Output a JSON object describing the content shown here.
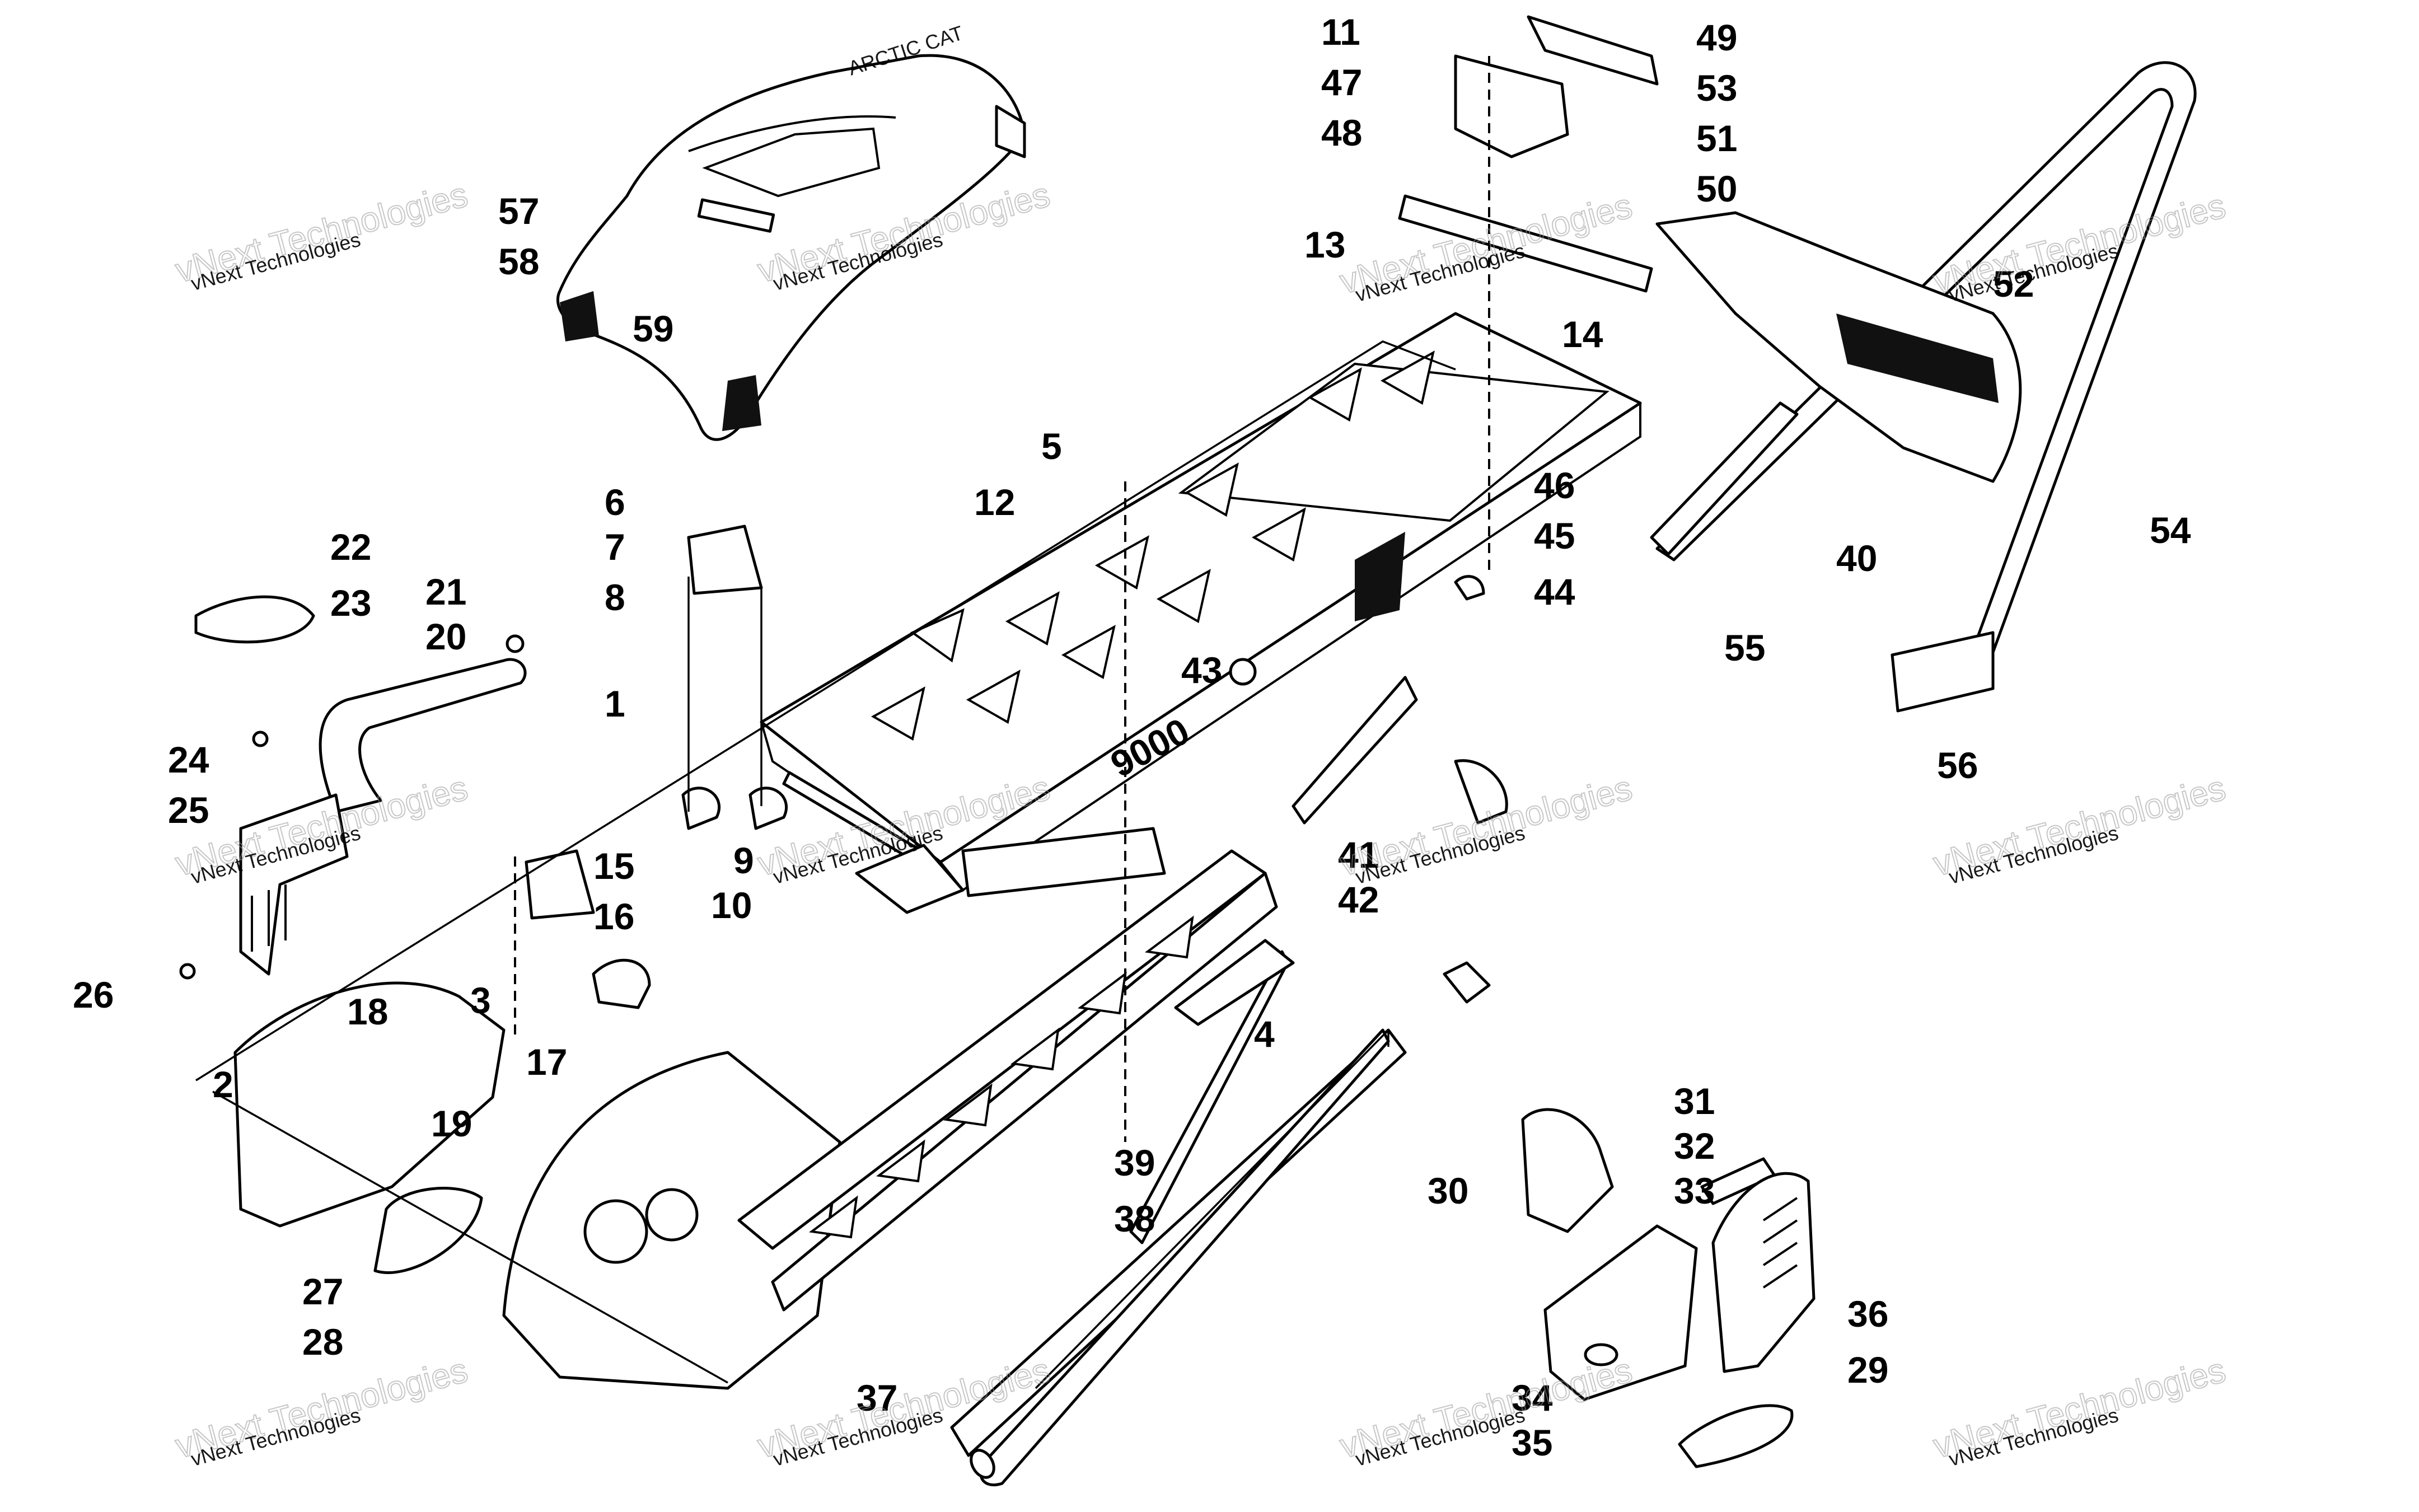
{
  "callouts": [
    {
      "label": "1"
    },
    {
      "label": "2"
    },
    {
      "label": "3"
    },
    {
      "label": "4"
    },
    {
      "label": "5"
    },
    {
      "label": "6"
    },
    {
      "label": "7"
    },
    {
      "label": "8"
    },
    {
      "label": "9"
    },
    {
      "label": "10"
    },
    {
      "label": "11"
    },
    {
      "label": "12"
    },
    {
      "label": "13"
    },
    {
      "label": "14"
    },
    {
      "label": "15"
    },
    {
      "label": "16"
    },
    {
      "label": "17"
    },
    {
      "label": "18"
    },
    {
      "label": "19"
    },
    {
      "label": "20"
    },
    {
      "label": "21"
    },
    {
      "label": "22"
    },
    {
      "label": "23"
    },
    {
      "label": "24"
    },
    {
      "label": "25"
    },
    {
      "label": "26"
    },
    {
      "label": "27"
    },
    {
      "label": "28"
    },
    {
      "label": "29"
    },
    {
      "label": "30"
    },
    {
      "label": "31"
    },
    {
      "label": "32"
    },
    {
      "label": "33"
    },
    {
      "label": "34"
    },
    {
      "label": "35"
    },
    {
      "label": "36"
    },
    {
      "label": "37"
    },
    {
      "label": "38"
    },
    {
      "label": "39"
    },
    {
      "label": "40"
    },
    {
      "label": "41"
    },
    {
      "label": "42"
    },
    {
      "label": "43"
    },
    {
      "label": "44"
    },
    {
      "label": "45"
    },
    {
      "label": "46"
    },
    {
      "label": "47"
    },
    {
      "label": "48"
    },
    {
      "label": "49"
    },
    {
      "label": "50"
    },
    {
      "label": "51"
    },
    {
      "label": "52"
    },
    {
      "label": "53"
    },
    {
      "label": "54"
    },
    {
      "label": "55"
    },
    {
      "label": "56"
    },
    {
      "label": "57"
    },
    {
      "label": "58"
    },
    {
      "label": "59"
    }
  ],
  "watermark": {
    "line1": "vNext Technologies",
    "line2": "vNext Technologies"
  }
}
